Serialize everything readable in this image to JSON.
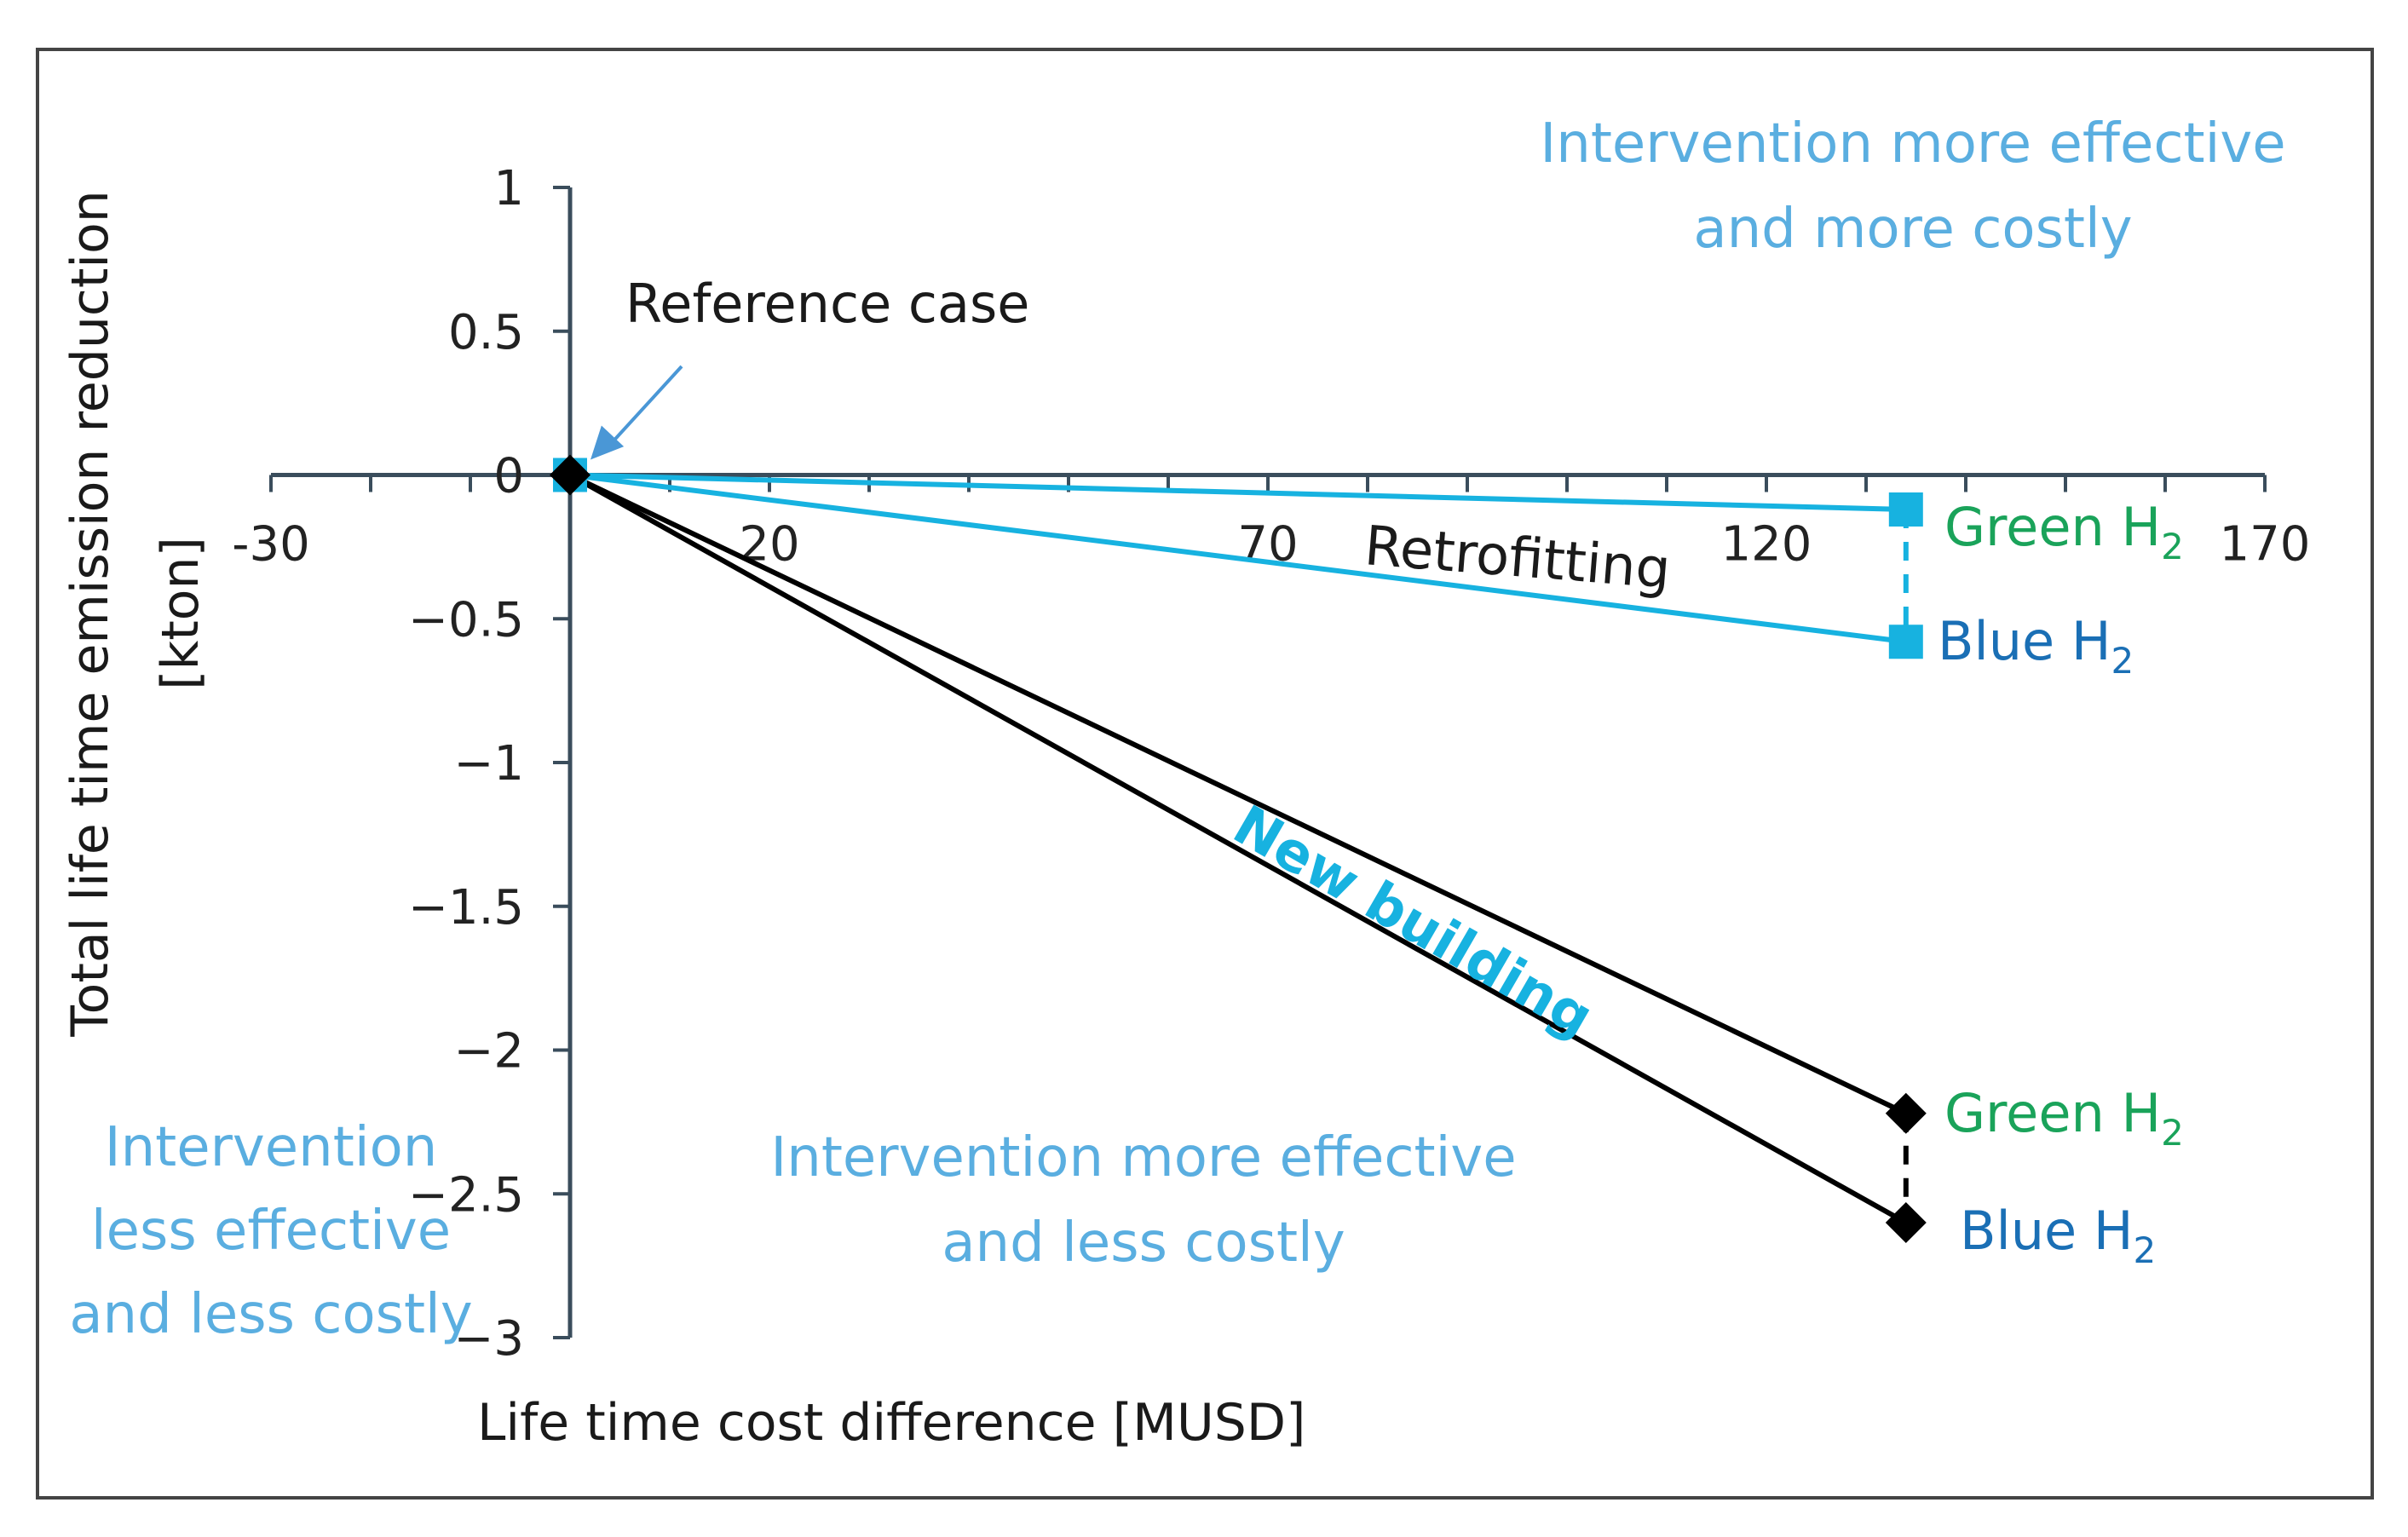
{
  "chart_data": {
    "type": "line",
    "xlabel": "Life time cost difference  [MUSD]",
    "ylabel_line1": "Total life time emission reduction",
    "ylabel_line2": "[kton]",
    "xlim": [
      -30,
      170
    ],
    "ylim": [
      -3,
      1
    ],
    "xticks": [
      -30,
      20,
      70,
      120,
      170
    ],
    "yticks": [
      1,
      0.5,
      0,
      -0.5,
      -1,
      -1.5,
      -2,
      -2.5,
      -3
    ],
    "ytick_labels": [
      "1",
      "0.5",
      "0",
      "−0.5",
      "−1",
      "−1.5",
      "−2",
      "−2.5",
      "−3"
    ],
    "grid": false,
    "reference": {
      "label": "Reference case",
      "x": 0,
      "y": 0,
      "color": "#000000"
    },
    "series": [
      {
        "name": "Retrofitting",
        "color": "#17b2e0",
        "marker": "square",
        "points": [
          {
            "x": 0,
            "y": 0,
            "label": ""
          },
          {
            "x": 134,
            "y": -0.12,
            "label": "Green"
          },
          {
            "x": 134,
            "y": -0.58,
            "label": "Blue"
          }
        ]
      },
      {
        "name": "New building",
        "color": "#000000",
        "label_color": "#17b2e0",
        "marker": "diamond",
        "points": [
          {
            "x": 0,
            "y": 0,
            "label": ""
          },
          {
            "x": 134,
            "y": -2.22,
            "label": "Green"
          },
          {
            "x": 134,
            "y": -2.6,
            "label": "Blue"
          }
        ]
      }
    ],
    "end_labels": {
      "green": {
        "text": "Green H",
        "sub": "2",
        "color": "#1aa35a"
      },
      "blue": {
        "text": "Blue H",
        "sub": "2",
        "color": "#1a6fb5"
      }
    },
    "annotations": {
      "top_right": [
        "Intervention more effective",
        "and more costly"
      ],
      "bottom_middle": [
        "Intervention more effective",
        "and less costly"
      ],
      "bottom_left": [
        "Intervention",
        "less effective",
        "and less costly"
      ],
      "color": "#5aaee0"
    },
    "axis_color": "#3a4d5c",
    "arrow_color": "#4a97d6"
  }
}
